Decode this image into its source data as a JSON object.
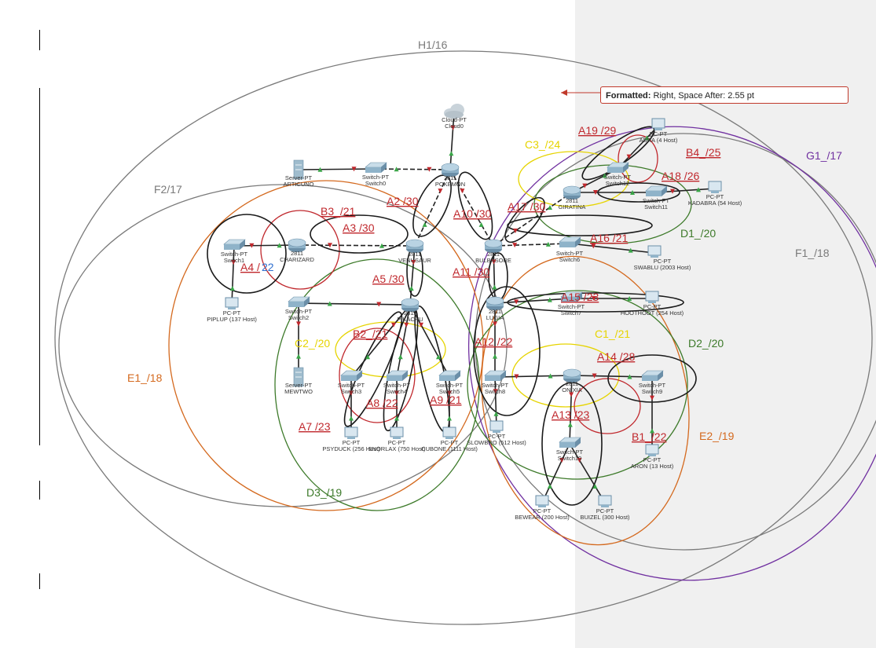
{
  "comment": {
    "label": "Formatted:",
    "text": "Right, Space After:  2.55 pt"
  },
  "colors": {
    "red": "#c0282d",
    "orange": "#d4691e",
    "green": "#3d7a2a",
    "gray": "#7a7a7a",
    "yellow": "#e6d400",
    "purple": "#7030a0",
    "blue": "#2e6fcf",
    "black": "#1a1a1a"
  },
  "subnet_labels": [
    {
      "id": "H1",
      "text": "H1/16",
      "color": "gray"
    },
    {
      "id": "G1",
      "text": "G1_/17",
      "color": "purple"
    },
    {
      "id": "F2",
      "text": "F2/17",
      "color": "gray"
    },
    {
      "id": "F1",
      "text": "F1_/18",
      "color": "gray"
    },
    {
      "id": "E1",
      "text": "E1_/18",
      "color": "orange"
    },
    {
      "id": "E2",
      "text": "E2_/19",
      "color": "orange"
    },
    {
      "id": "D1",
      "text": "D1_/20",
      "color": "green"
    },
    {
      "id": "D2",
      "text": "D2_/20",
      "color": "green"
    },
    {
      "id": "D3",
      "text": "D3_/19",
      "color": "green"
    },
    {
      "id": "C1",
      "text": "C1_/21",
      "color": "yellow"
    },
    {
      "id": "C2",
      "text": "C2_/20",
      "color": "yellow"
    },
    {
      "id": "C3",
      "text": "C3_/24",
      "color": "yellow"
    },
    {
      "id": "B1",
      "text": "B1_/22",
      "color": "red"
    },
    {
      "id": "B2",
      "text": "B2_/21",
      "color": "red"
    },
    {
      "id": "B3",
      "text": "B3_/21",
      "color": "red"
    },
    {
      "id": "B4",
      "text": "B4_/25",
      "color": "red"
    },
    {
      "id": "A2",
      "text": "A2 /30",
      "color": "red"
    },
    {
      "id": "A3",
      "text": "A3 /30",
      "color": "red"
    },
    {
      "id": "A4a",
      "text": "A4 /",
      "color": "red"
    },
    {
      "id": "A4b",
      "text": "22",
      "color": "blue"
    },
    {
      "id": "A5",
      "text": "A5 /30",
      "color": "red"
    },
    {
      "id": "A7",
      "text": "A7 /23",
      "color": "red"
    },
    {
      "id": "A8",
      "text": "A8 /22",
      "color": "red"
    },
    {
      "id": "A9",
      "text": "A9 /21",
      "color": "red"
    },
    {
      "id": "A10",
      "text": "A10 /30",
      "color": "red"
    },
    {
      "id": "A11",
      "text": "A11 /30",
      "color": "red"
    },
    {
      "id": "A12",
      "text": "A12 /22",
      "color": "red"
    },
    {
      "id": "A13",
      "text": "A13 /23",
      "color": "red"
    },
    {
      "id": "A14",
      "text": "A14 /28",
      "color": "red"
    },
    {
      "id": "A15",
      "text": "A15 /23",
      "color": "red"
    },
    {
      "id": "A16",
      "text": "A16 /21",
      "color": "red"
    },
    {
      "id": "A17",
      "text": "A17 /30",
      "color": "red"
    },
    {
      "id": "A18",
      "text": "A18 /26",
      "color": "red"
    },
    {
      "id": "A19",
      "text": "A19 /29",
      "color": "red"
    }
  ],
  "devices": [
    {
      "id": "cloud0",
      "kind": "cloud",
      "line1": "Cloud-PT",
      "line2": "Cloud0"
    },
    {
      "id": "pokemon",
      "kind": "router",
      "line1": "2811",
      "line2": "POKEMON"
    },
    {
      "id": "switch0",
      "kind": "switch",
      "line1": "Switch-PT",
      "line2": "Switch0"
    },
    {
      "id": "articuno",
      "kind": "server",
      "line1": "Server-PT",
      "line2": "ARTICUNO"
    },
    {
      "id": "switch1",
      "kind": "switch",
      "line1": "Switch-PT",
      "line2": "Switch1"
    },
    {
      "id": "charizard",
      "kind": "router",
      "line1": "2811",
      "line2": "CHARIZARD"
    },
    {
      "id": "venusaur",
      "kind": "router",
      "line1": "2811",
      "line2": "VENUSAUR"
    },
    {
      "id": "piplup",
      "kind": "pc",
      "line1": "PC-PT",
      "line2": "PIPLUP (137 Host)"
    },
    {
      "id": "switch2",
      "kind": "switch",
      "line1": "Switch-PT",
      "line2": "Switch2"
    },
    {
      "id": "pikachu",
      "kind": "router",
      "line1": "2811",
      "line2": "PIKACHU"
    },
    {
      "id": "mewtwo",
      "kind": "server",
      "line1": "Server-PT",
      "line2": "MEWTWO"
    },
    {
      "id": "switch3",
      "kind": "switch",
      "line1": "Switch-PT",
      "line2": "Switch3"
    },
    {
      "id": "switch4",
      "kind": "switch",
      "line1": "Switch-PT",
      "line2": "Switch4"
    },
    {
      "id": "switch5",
      "kind": "switch",
      "line1": "Switch-PT",
      "line2": "Switch5"
    },
    {
      "id": "psyduck",
      "kind": "pc",
      "line1": "PC-PT",
      "line2": "PSYDUCK (256 Host)"
    },
    {
      "id": "snorlax",
      "kind": "pc",
      "line1": "PC-PT",
      "line2": "SNORLAX (750 Host)"
    },
    {
      "id": "cubone",
      "kind": "pc",
      "line1": "PC-PT",
      "line2": "CUBONE (1111 Host)"
    },
    {
      "id": "bulbasore",
      "kind": "router",
      "line1": "2811",
      "line2": "BULBASORE"
    },
    {
      "id": "giratina",
      "kind": "router",
      "line1": "2811",
      "line2": "GIRATINA"
    },
    {
      "id": "switch12",
      "kind": "switch",
      "line1": "Switch-PT",
      "line2": "Switch12"
    },
    {
      "id": "abra",
      "kind": "pc",
      "line1": "PC-PT",
      "line2": "ABRA (4 Host)"
    },
    {
      "id": "switch11",
      "kind": "switch",
      "line1": "Switch-PT",
      "line2": "Switch11"
    },
    {
      "id": "kadabra",
      "kind": "pc",
      "line1": "PC-PT",
      "line2": "KADABRA (54 Host)"
    },
    {
      "id": "switch6",
      "kind": "switch",
      "line1": "Switch-PT",
      "line2": "Switch6"
    },
    {
      "id": "swablu",
      "kind": "pc",
      "line1": "PC-PT",
      "line2": "SWABLU (2003 Host)"
    },
    {
      "id": "lugia",
      "kind": "router",
      "line1": "2811",
      "line2": "LUGIA"
    },
    {
      "id": "switch7",
      "kind": "switch",
      "line1": "Switch-PT",
      "line2": "Switch7"
    },
    {
      "id": "hoothoot",
      "kind": "pc",
      "line1": "PC-PT",
      "line2": "HOOTHOOT (254 Host)"
    },
    {
      "id": "switch8",
      "kind": "switch",
      "line1": "Switch-PT",
      "line2": "Switch8"
    },
    {
      "id": "slowbro",
      "kind": "pc",
      "line1": "PC-PT",
      "line2": "SLOWBRO (512 Host)"
    },
    {
      "id": "onixia",
      "kind": "router",
      "line1": "2811",
      "line2": "ONIXIA"
    },
    {
      "id": "switch9",
      "kind": "switch",
      "line1": "Switch-PT",
      "line2": "Switch9"
    },
    {
      "id": "aron",
      "kind": "pc",
      "line1": "PC-PT",
      "line2": "ARON (13 Host)"
    },
    {
      "id": "switch10",
      "kind": "switch",
      "line1": "Switch-PT",
      "line2": "Switch10"
    },
    {
      "id": "bewear",
      "kind": "pc",
      "line1": "PC-PT",
      "line2": "BEWEAR (200 Host)"
    },
    {
      "id": "buizel",
      "kind": "pc",
      "line1": "PC-PT",
      "line2": "BUIZEL (300 Host)"
    }
  ],
  "links": [
    [
      "cloud0",
      "pokemon"
    ],
    [
      "pokemon",
      "switch0"
    ],
    [
      "switch0",
      "articuno"
    ],
    [
      "pokemon",
      "venusaur"
    ],
    [
      "pokemon",
      "bulbasore"
    ],
    [
      "switch1",
      "charizard"
    ],
    [
      "charizard",
      "venusaur"
    ],
    [
      "switch1",
      "piplup"
    ],
    [
      "venusaur",
      "pikachu"
    ],
    [
      "pikachu",
      "switch2"
    ],
    [
      "switch2",
      "mewtwo"
    ],
    [
      "pikachu",
      "switch3"
    ],
    [
      "pikachu",
      "switch4"
    ],
    [
      "pikachu",
      "switch5"
    ],
    [
      "switch3",
      "psyduck"
    ],
    [
      "switch4",
      "snorlax"
    ],
    [
      "switch5",
      "cubone"
    ],
    [
      "bulbasore",
      "giratina"
    ],
    [
      "giratina",
      "switch12"
    ],
    [
      "switch12",
      "abra"
    ],
    [
      "giratina",
      "switch11"
    ],
    [
      "switch11",
      "kadabra"
    ],
    [
      "bulbasore",
      "switch6"
    ],
    [
      "switch6",
      "swablu"
    ],
    [
      "bulbasore",
      "lugia"
    ],
    [
      "lugia",
      "switch7"
    ],
    [
      "switch7",
      "hoothoot"
    ],
    [
      "lugia",
      "switch8"
    ],
    [
      "switch8",
      "slowbro"
    ],
    [
      "switch8",
      "onixia"
    ],
    [
      "onixia",
      "switch9"
    ],
    [
      "switch9",
      "aron"
    ],
    [
      "onixia",
      "switch10"
    ],
    [
      "switch10",
      "bewear"
    ],
    [
      "switch10",
      "buizel"
    ]
  ]
}
